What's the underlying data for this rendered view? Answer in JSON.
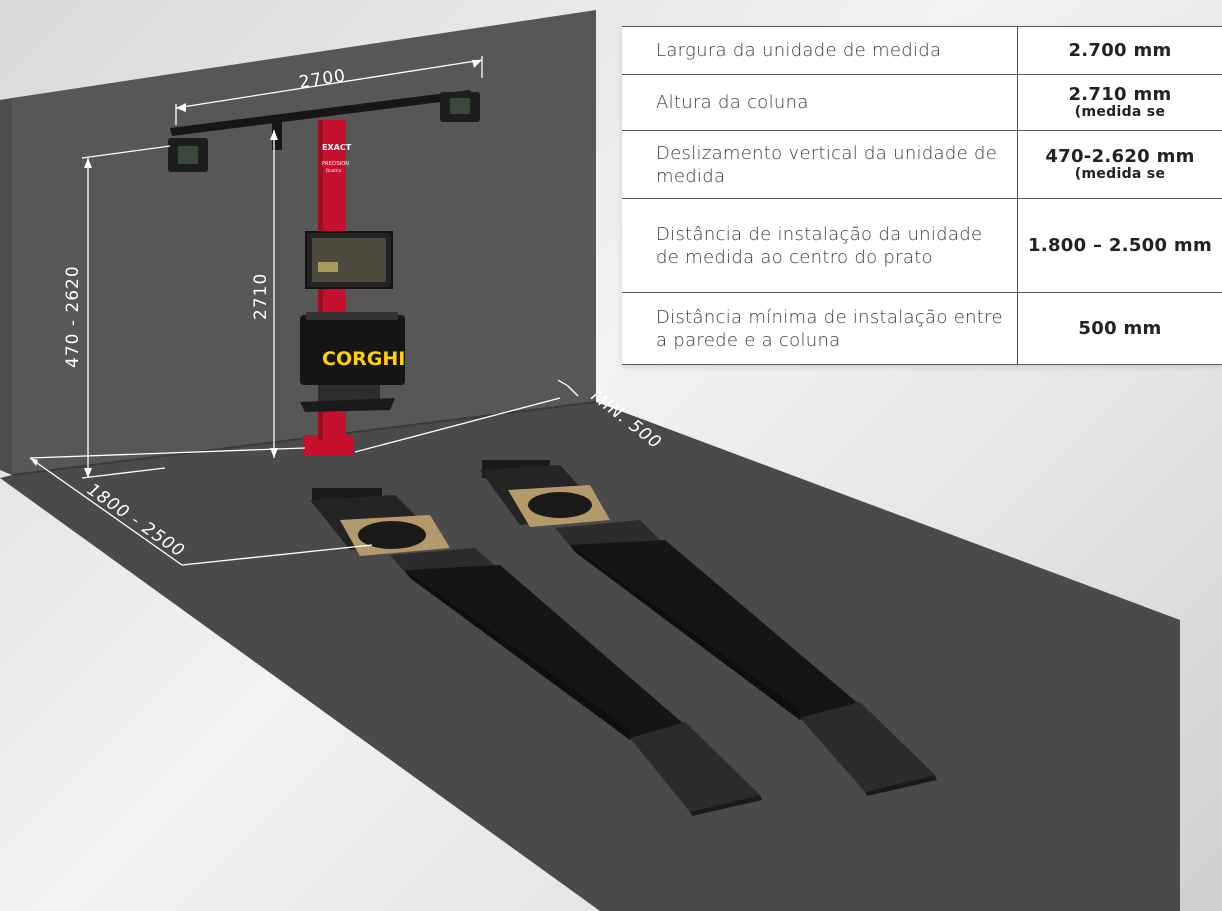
{
  "diagram": {
    "dimensions": {
      "bar_width": "2700",
      "column_height": "2710",
      "vertical_travel": "470 - 2620",
      "install_distance": "1800 - 2500",
      "min_wall_distance": "MIN. 500"
    },
    "column_branding": {
      "brand": "EXACT",
      "model": "PRECISION",
      "variant": "Quattro",
      "logo": "CORGHI"
    }
  },
  "spec_table": {
    "rows": [
      {
        "label": "Largura da unidade de medida",
        "value": "2.700 mm",
        "note": ""
      },
      {
        "label": "Altura da coluna",
        "value": "2.710 mm",
        "note": "(medida se"
      },
      {
        "label": "Deslizamento vertical da unidade de medida",
        "value": "470-2.620 mm",
        "note": "(medida se"
      },
      {
        "label": "Distância de instalação da unidade de medida ao centro do prato",
        "value": "1.800 – 2.500 mm",
        "note": ""
      },
      {
        "label": "Distância mínima de instalação entre a parede e a coluna",
        "value": "500 mm",
        "note": ""
      }
    ]
  },
  "colors": {
    "floor": "#4a4a4a",
    "wall": "#565656",
    "column_red": "#c8102e",
    "brand_yellow": "#ffd200",
    "table_divider": "#c8102e",
    "turntable_plate": "#b49a6a"
  }
}
